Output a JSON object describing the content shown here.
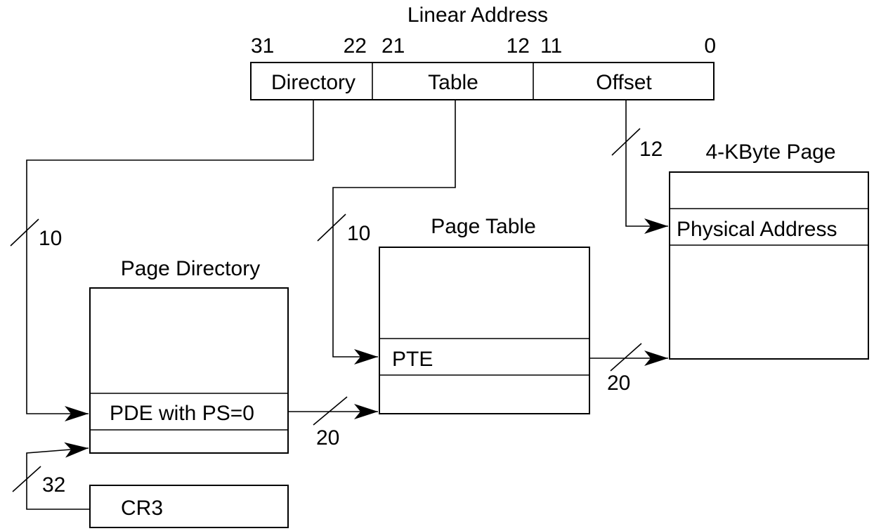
{
  "title": "Linear Address",
  "linear_address": {
    "bit_labels": [
      "31",
      "22",
      "21",
      "12",
      "11",
      "0"
    ],
    "fields": {
      "directory": "Directory",
      "table": "Table",
      "offset": "Offset"
    }
  },
  "structures": {
    "page_directory": {
      "title": "Page Directory",
      "entry": "PDE with PS=0"
    },
    "page_table": {
      "title": "Page Table",
      "entry": "PTE"
    },
    "page": {
      "title": "4-KByte Page",
      "entry": "Physical Address"
    },
    "cr3": "CR3"
  },
  "bus_widths": {
    "directory_index": "10",
    "table_index": "10",
    "offset": "12",
    "pde_to_table": "20",
    "pte_to_page": "20",
    "cr3": "32"
  }
}
